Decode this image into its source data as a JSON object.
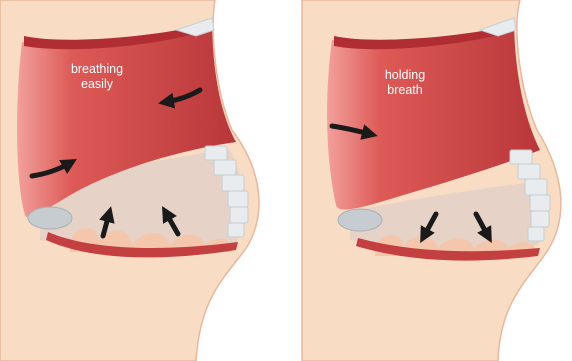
{
  "panels": [
    {
      "id": "left",
      "label_line1": "breathing",
      "label_line2": "easily",
      "diaphragm_motion": "up"
    },
    {
      "id": "right",
      "label_line1": "holding",
      "label_line2": "breath",
      "diaphragm_motion": "down"
    }
  ],
  "colors": {
    "skin": "#f8dcc4",
    "outline": "#e8b89c",
    "muscle_dark": "#b7363a",
    "muscle_light": "#e87a78",
    "muscle_band": "#c43f40",
    "interior": "#e6d2c6",
    "spine": "#e9ecee",
    "pelvis": "#c7ccd1",
    "arrow": "#1a1a1a"
  }
}
